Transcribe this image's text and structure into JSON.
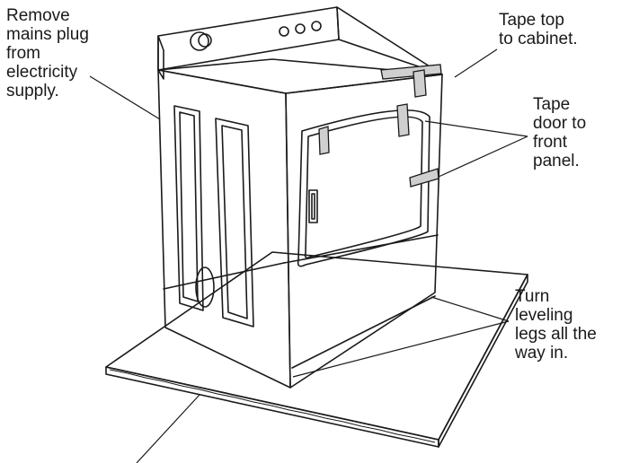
{
  "labels": {
    "unplug": "Remove\nmains plug\nfrom\nelectricity\nsupply.",
    "tape_top": "Tape top\nto cabinet.",
    "tape_door": "Tape\ndoor to\nfront\npanel.",
    "leveling_legs": "Turn\nleveling\nlegs all the\nway in."
  },
  "colors": {
    "line": "#1a1a1a",
    "tape": "#cfcfcf",
    "background": "#ffffff"
  }
}
